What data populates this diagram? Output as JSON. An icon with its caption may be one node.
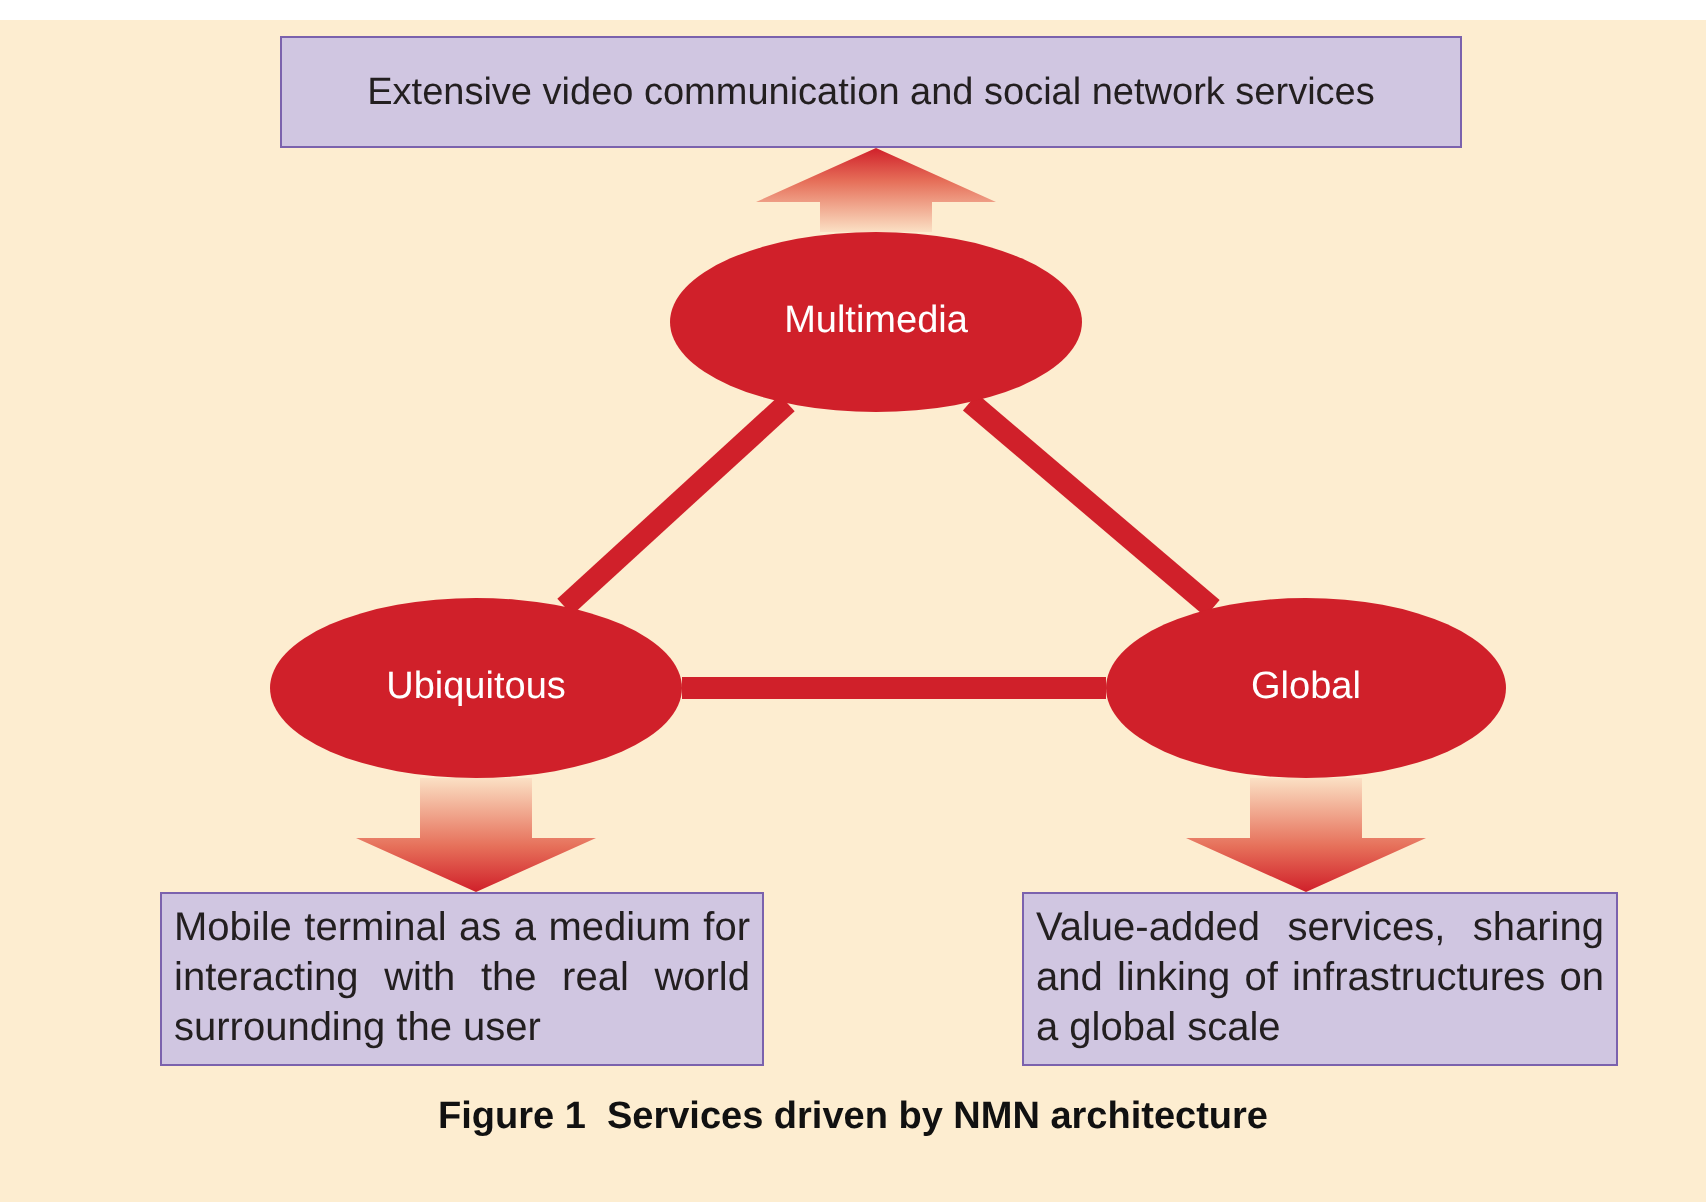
{
  "diagram": {
    "caption": "Figure 1  Services driven by NMN architecture",
    "nodes": [
      {
        "text": [
          "Extensive video communication and social network services"
        ]
      },
      {
        "text": [
          "Multimedia"
        ]
      },
      {
        "text": [
          "Ubiquitous"
        ]
      },
      {
        "text": [
          "Global"
        ]
      },
      {
        "text": [
          "Mobile terminal as a medium for interacting with the real world surrounding the user"
        ]
      },
      {
        "text": [
          "Value-added services, sharing and linking of infrastructures on a global scale"
        ]
      }
    ],
    "edges": [
      {
        "from": 1,
        "to": 0,
        "arrow": "to"
      },
      {
        "from": 1,
        "to": 2,
        "arrow": "none"
      },
      {
        "from": 1,
        "to": 3,
        "arrow": "none"
      },
      {
        "from": 2,
        "to": 3,
        "arrow": "none"
      },
      {
        "from": 2,
        "to": 4,
        "arrow": "to"
      },
      {
        "from": 3,
        "to": 5,
        "arrow": "to"
      }
    ]
  }
}
